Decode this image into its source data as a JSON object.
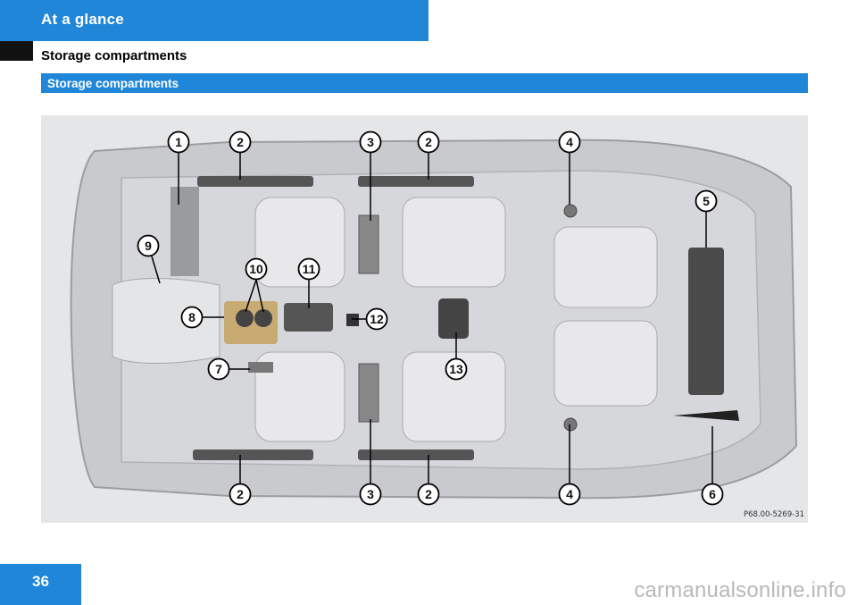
{
  "header": {
    "title": "At a glance"
  },
  "section": {
    "title": "Storage compartments",
    "bar_label": "Storage compartments"
  },
  "figure": {
    "code": "P68.00-5269-31",
    "callouts": [
      "1",
      "2",
      "3",
      "2",
      "4",
      "5",
      "9",
      "10",
      "11",
      "8",
      "12",
      "7",
      "13",
      "2",
      "3",
      "2",
      "4",
      "6"
    ]
  },
  "footer": {
    "page_number": "36",
    "watermark": "carmanualsonline.info"
  },
  "colors": {
    "accent": "#1f86d8",
    "black_tab": "#111111"
  }
}
